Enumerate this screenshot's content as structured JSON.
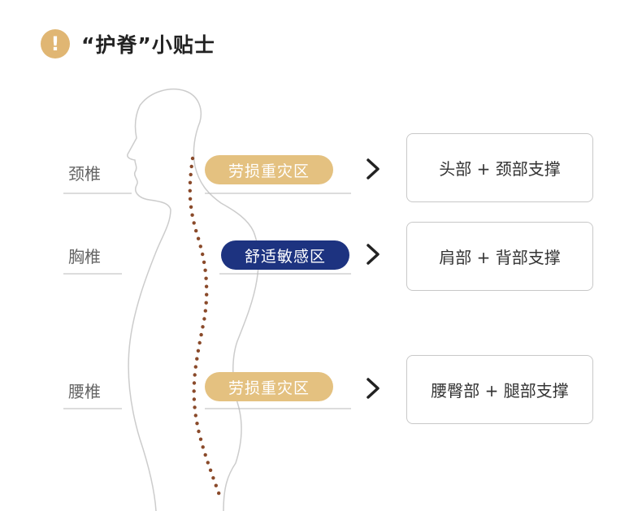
{
  "header": {
    "icon_glyph": "!",
    "icon": "exclamation-icon",
    "title": "“护脊”小贴士"
  },
  "regions": [
    {
      "name": "颈椎",
      "zone": "劳损重灾区",
      "zone_type": "strain",
      "support": "头部 + 颈部支撑"
    },
    {
      "name": "胸椎",
      "zone": "舒适敏感区",
      "zone_type": "comfort",
      "support": "肩部 + 背部支撑"
    },
    {
      "name": "腰椎",
      "zone": "劳损重灾区",
      "zone_type": "strain",
      "support": "腰臀部 + 腿部支撑"
    }
  ],
  "colors": {
    "accent_gold": "#e0b673",
    "strain_pill": "#e4c180",
    "comfort_pill": "#1d3380",
    "spine_dots": "#8a4a2a",
    "silhouette": "#cccccc"
  }
}
